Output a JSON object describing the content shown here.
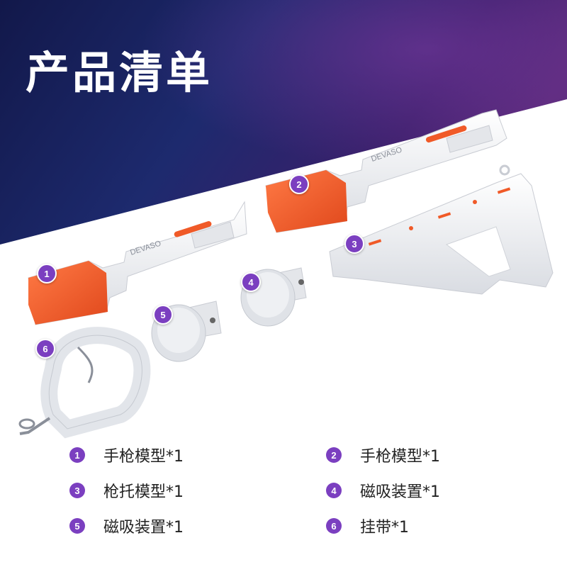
{
  "header": {
    "title": "产品清单"
  },
  "brand_mark": "DEVASO",
  "products": [
    {
      "number": "1",
      "label": "手枪模型*1"
    },
    {
      "number": "2",
      "label": "手枪模型*1"
    },
    {
      "number": "3",
      "label": "枪托模型*1"
    },
    {
      "number": "4",
      "label": "磁吸装置*1"
    },
    {
      "number": "5",
      "label": "磁吸装置*1"
    },
    {
      "number": "6",
      "label": "挂带*1"
    }
  ],
  "colors": {
    "badge": "#7b3fc0",
    "accent_orange": "#f05a28",
    "background_dark": "#1a1450",
    "background_light": "#ffffff"
  }
}
